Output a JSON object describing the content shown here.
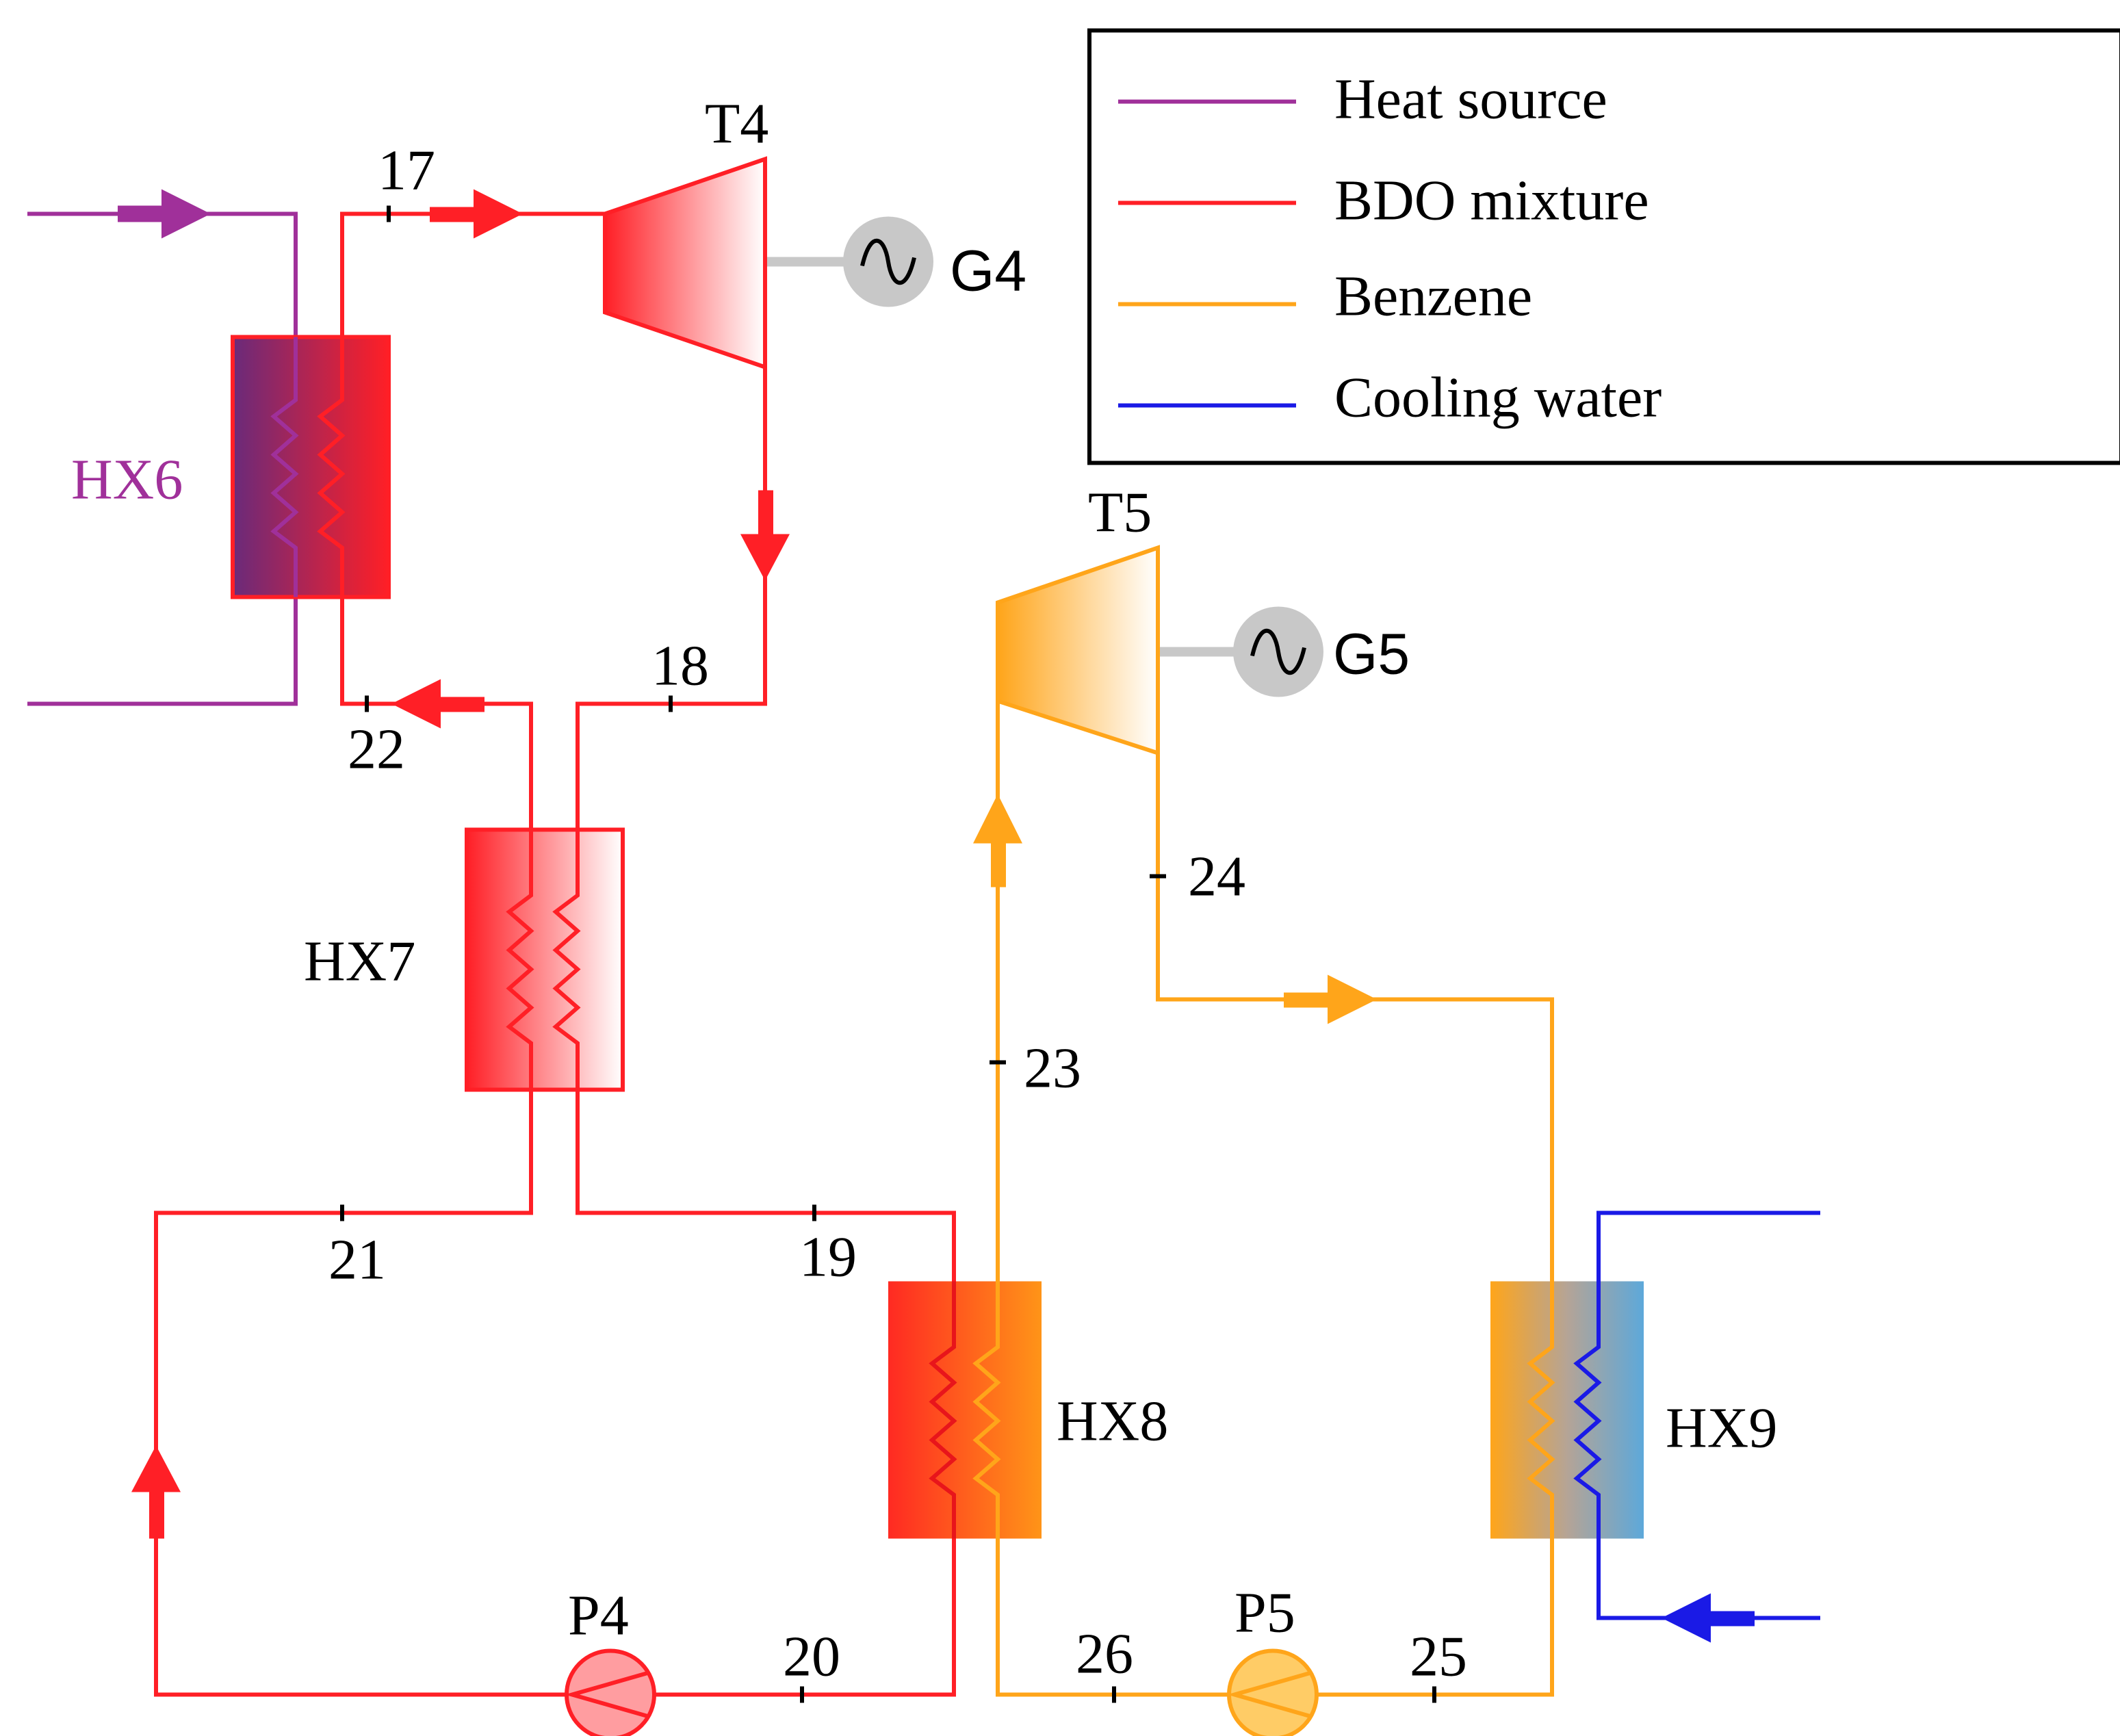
{
  "legend": {
    "items": [
      {
        "label": "Heat source",
        "color": "#a0309a"
      },
      {
        "label": "BDO mixture",
        "color": "#ff1f26"
      },
      {
        "label": "Benzene",
        "color": "#ffa51a"
      },
      {
        "label": "Cooling water",
        "color": "#1a1ae6"
      }
    ]
  },
  "components": {
    "hx6": "HX6",
    "hx7": "HX7",
    "hx8": "HX8",
    "hx9": "HX9",
    "t4": "T4",
    "t5": "T5",
    "g4": "G4",
    "g5": "G5",
    "p4": "P4",
    "p5": "P5"
  },
  "states": {
    "s17": "17",
    "s18": "18",
    "s19": "19",
    "s20": "20",
    "s21": "21",
    "s22": "22",
    "s23": "23",
    "s24": "24",
    "s25": "25",
    "s26": "26"
  },
  "colors": {
    "heat_source": "#a0309a",
    "bdo_mixture": "#ff1f26",
    "benzene": "#ffa51a",
    "cooling_water": "#1a1ae6",
    "generator": "#c8c8c8"
  }
}
